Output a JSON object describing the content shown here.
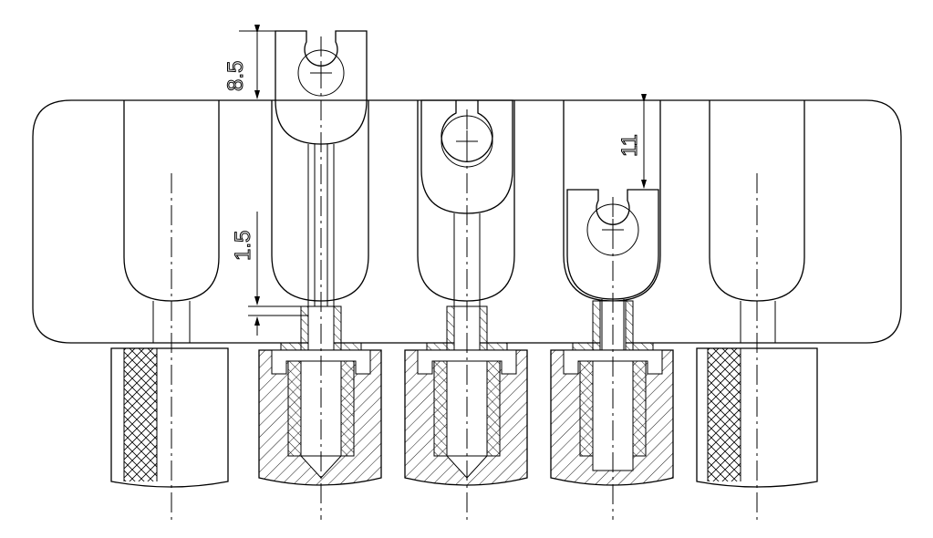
{
  "dimensions": {
    "top_offset": "8.5",
    "gap": "1.5",
    "travel": "11"
  },
  "colors": {
    "line": "#000000",
    "background": "#ffffff"
  }
}
